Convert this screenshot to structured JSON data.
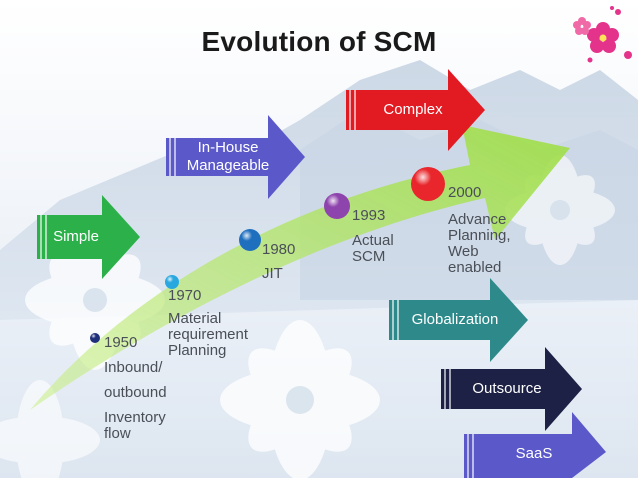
{
  "title": "Evolution of SCM",
  "stage_arrows": {
    "simple": "Simple",
    "in_house": [
      "In-House",
      "Manageable"
    ],
    "complex": "Complex"
  },
  "milestones": [
    {
      "year": "1950",
      "lines": [
        "Inbound/",
        "outbound",
        "Inventory",
        "flow"
      ],
      "color": "#1f2f7a"
    },
    {
      "year": "1970",
      "lines": [
        "Material",
        "requirement",
        "Planning"
      ],
      "color": "#29a8df"
    },
    {
      "year": "1980",
      "lines": [
        "JIT"
      ],
      "color": "#1f6fbf"
    },
    {
      "year": "1993",
      "lines": [
        "Actual",
        "SCM"
      ],
      "color": "#8e44ad"
    },
    {
      "year": "2000",
      "lines": [
        "Advance",
        "Planning,",
        "Web",
        "enabled"
      ],
      "color": "#e8262b"
    }
  ],
  "trend_arrows": [
    "Globalization",
    "Outsource",
    "SaaS"
  ],
  "colors": {
    "simple": "#2bb04a",
    "in_house": "#5b59c9",
    "complex": "#e21b23",
    "globalization": "#2e8a8a",
    "outsource": "#1c2145",
    "saas": "#5b59c9",
    "sweep_arrow": "#a6e05a"
  }
}
